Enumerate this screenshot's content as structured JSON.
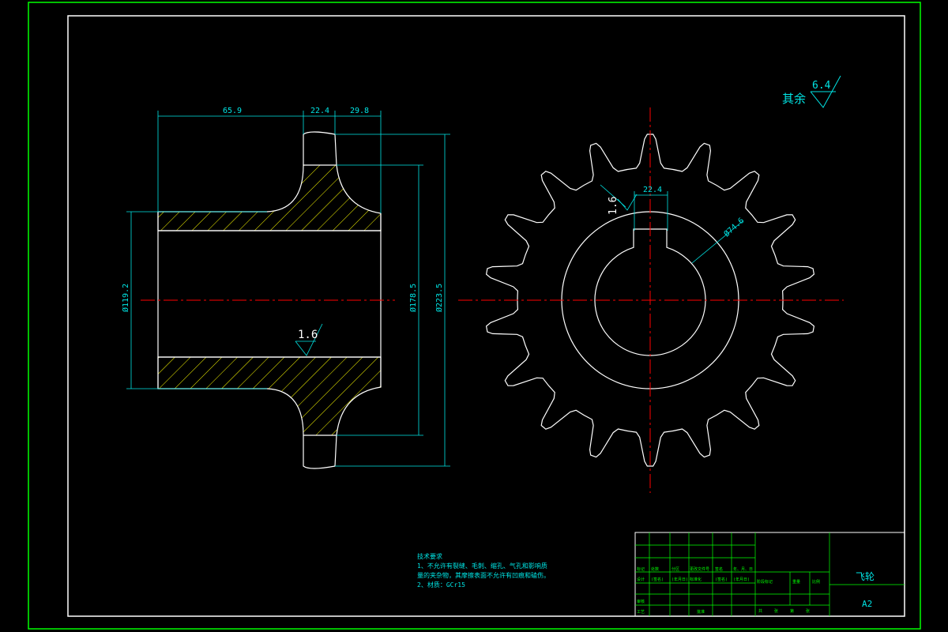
{
  "roughness": {
    "general_label": "其余",
    "general_value": "6.4",
    "bore_value": "1.6",
    "keyway_value": "1.6"
  },
  "side_view": {
    "dim_length_total": "65.9",
    "dim_hub_width": "22.4",
    "dim_tooth_offset": "29.8",
    "dim_bore_dia": "Ø119.2",
    "dim_hub_dia": "Ø178.5",
    "dim_outer_dia": "Ø223.5"
  },
  "front_view": {
    "dim_key_width": "22.4",
    "dim_bore_dia": "Ø74.6",
    "tooth_count": 18
  },
  "notes": {
    "title": "技术要求",
    "line1": "1、不允许有裂缝、毛刺、缩孔、气孔和影响质",
    "line2": "   量的夹杂物，其摩擦表面不允许有凹痕和磕伤。",
    "line3": "2、材质：GCr15"
  },
  "title_block": {
    "part_name": "飞轮",
    "sheet_size": "A2",
    "row_labels": [
      "标记",
      "处数",
      "分区",
      "更改文件号",
      "签名",
      "年、月、日"
    ],
    "row2": [
      "设计",
      "(签名)",
      "(年月日)",
      "标准化",
      "(签名)",
      "(年月日)"
    ],
    "row3": [
      "审核",
      "",
      "",
      "",
      "",
      ""
    ],
    "row4": [
      "工艺",
      "",
      "批准",
      "",
      "",
      ""
    ],
    "stage_labels": [
      "阶段标记",
      "重量",
      "比例"
    ],
    "sheet_labels": [
      "共",
      "张",
      "第",
      "张"
    ]
  },
  "colors": {
    "frame": "#00ff00",
    "outline": "#ffffff",
    "dimension": "#00e5e5",
    "centerline": "#ff0000",
    "hatch": "#ffff00"
  }
}
